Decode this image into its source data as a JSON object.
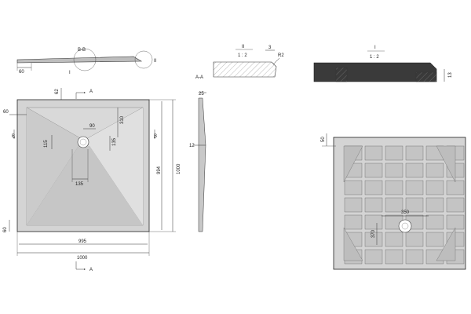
{
  "labels": {
    "section_bb": "B-B",
    "section_aa": "A-A",
    "detail_i": "I",
    "detail_ii": "II",
    "section_b_left": "B",
    "section_b_right": "B",
    "section_a_top": "A",
    "section_a_bottom": "A",
    "detail_ii_title": "II",
    "detail_ii_scale": "1 : 2",
    "detail_i_title": "I",
    "detail_i_scale": "1 : 2"
  },
  "dims": {
    "top_left_60": "60",
    "top_62": "62",
    "left_60": "60",
    "d90": "90",
    "d310": "310",
    "d115": "115",
    "d135v": "135",
    "d135h": "135",
    "w995": "995",
    "w1000": "1000",
    "h994": "994",
    "h1000": "1000",
    "bottom_60": "60",
    "aa_25": "25",
    "aa_12": "12",
    "ii_3": "3",
    "ii_r2": "R2",
    "i_13": "13",
    "bottom_50": "50",
    "d350": "350",
    "d370": "370"
  },
  "colors": {
    "tray": "#d4d4d4",
    "tray_dark": "#b8b8b8",
    "rib": "#c4c4c4",
    "hatch": "#888888",
    "solid": "#3a3a3a"
  }
}
